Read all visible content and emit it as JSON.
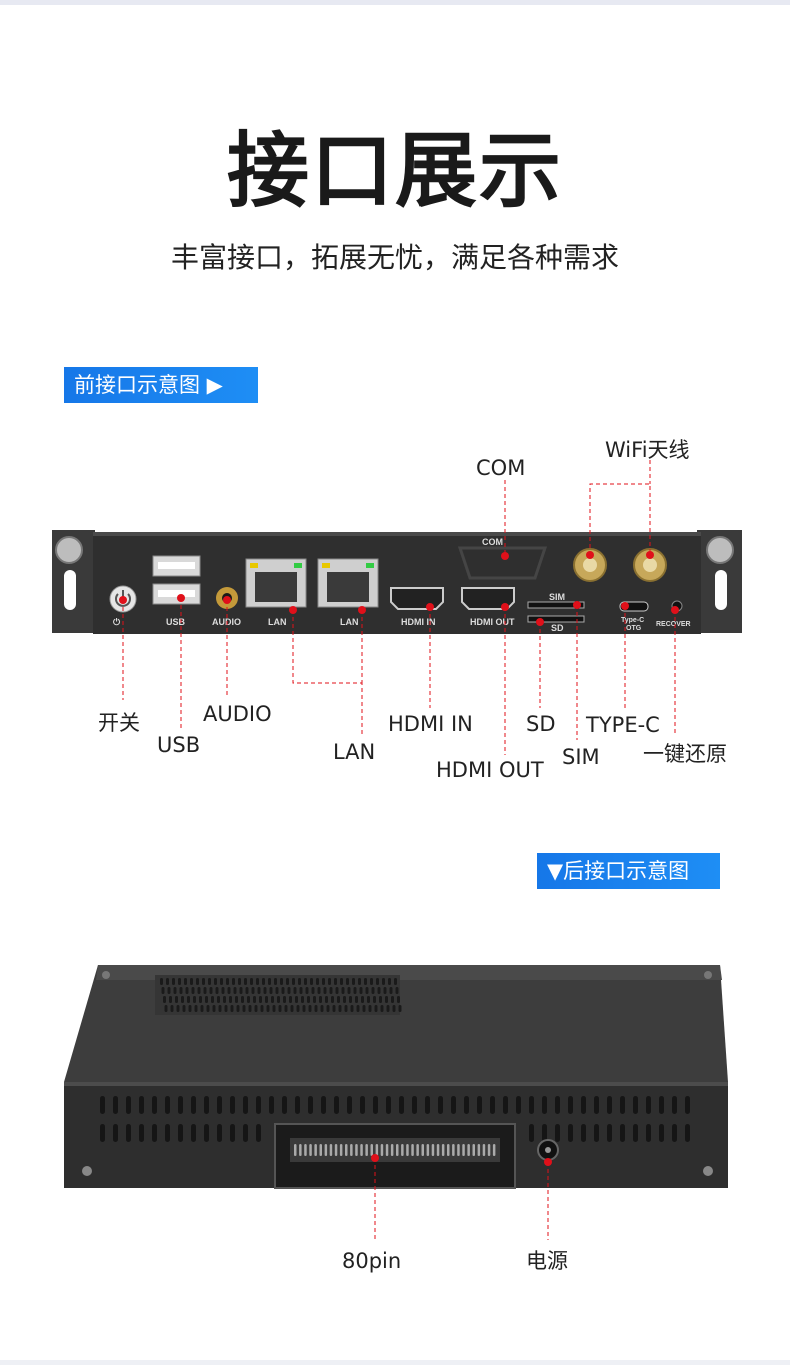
{
  "header": {
    "title": "接口展示",
    "subtitle": "丰富接口，拓展无忧，满足各种需求"
  },
  "front": {
    "tag": "前接口示意图 ▶",
    "panel_marks": {
      "com": "COM",
      "usb": "USB",
      "audio": "AUDIO",
      "lan1": "LAN",
      "lan2": "LAN",
      "hdmi_in": "HDMI IN",
      "hdmi_out": "HDMI OUT",
      "sim": "SIM",
      "sd": "SD",
      "typec": "Type-C",
      "otg": "OTG",
      "recover": "RECOVER"
    },
    "callouts": {
      "com": "COM",
      "wifi": "WiFi天线",
      "power": "开关",
      "usb": "USB",
      "audio": "AUDIO",
      "lan": "LAN",
      "hdmi_in": "HDMI IN",
      "hdmi_out": "HDMI OUT",
      "sd": "SD",
      "sim": "SIM",
      "typec": "TYPE-C",
      "recover": "一键还原"
    }
  },
  "rear": {
    "tag": "▼后接口示意图",
    "callouts": {
      "pin": "80pin",
      "power": "电源"
    }
  },
  "colors": {
    "accent_blue": "#1677e8",
    "callout_red": "#e0101a",
    "device_dark": "#2f2f2f"
  }
}
